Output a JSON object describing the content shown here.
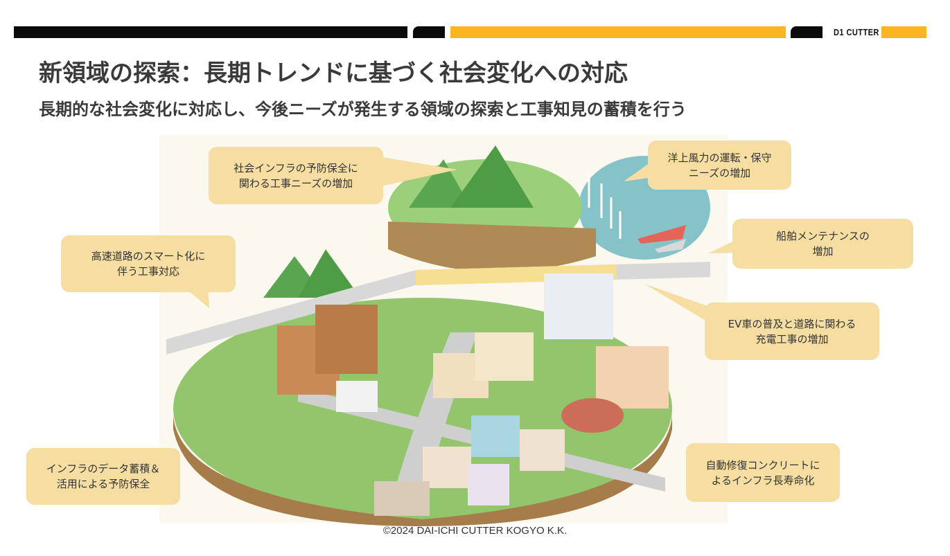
{
  "header": {
    "logo_text": "D1 CUTTER",
    "title": "新領域の探索：長期トレンドに基づく社会変化への対応",
    "subtitle": "長期的な社会変化に対応し、今後ニーズが発生する領域の探索と工事知見の蓄積を行う",
    "colors": {
      "black": "#0a0a0a",
      "yellow": "#fbb522",
      "callout": "#f6dea3"
    }
  },
  "callouts": [
    {
      "text": "社会インフラの予防保全に\n関わる工事ニーズの増加"
    },
    {
      "text": "洋上風力の運転・保守\nニーズの増加"
    },
    {
      "text": "船舶メンテナンスの\n増加"
    },
    {
      "text": "高速道路のスマート化に\n伴う工事対応"
    },
    {
      "text": "EV車の普及と道路に関わる\n充電工事の増加"
    },
    {
      "text": "インフラのデータ蓄積＆\n活用による予防保全"
    },
    {
      "text": "自動修復コンクリートに\nよるインフラ長寿命化"
    }
  ],
  "footer": {
    "copyright": "©2024 DAI-ICHI CUTTER KOGYO K.K."
  }
}
